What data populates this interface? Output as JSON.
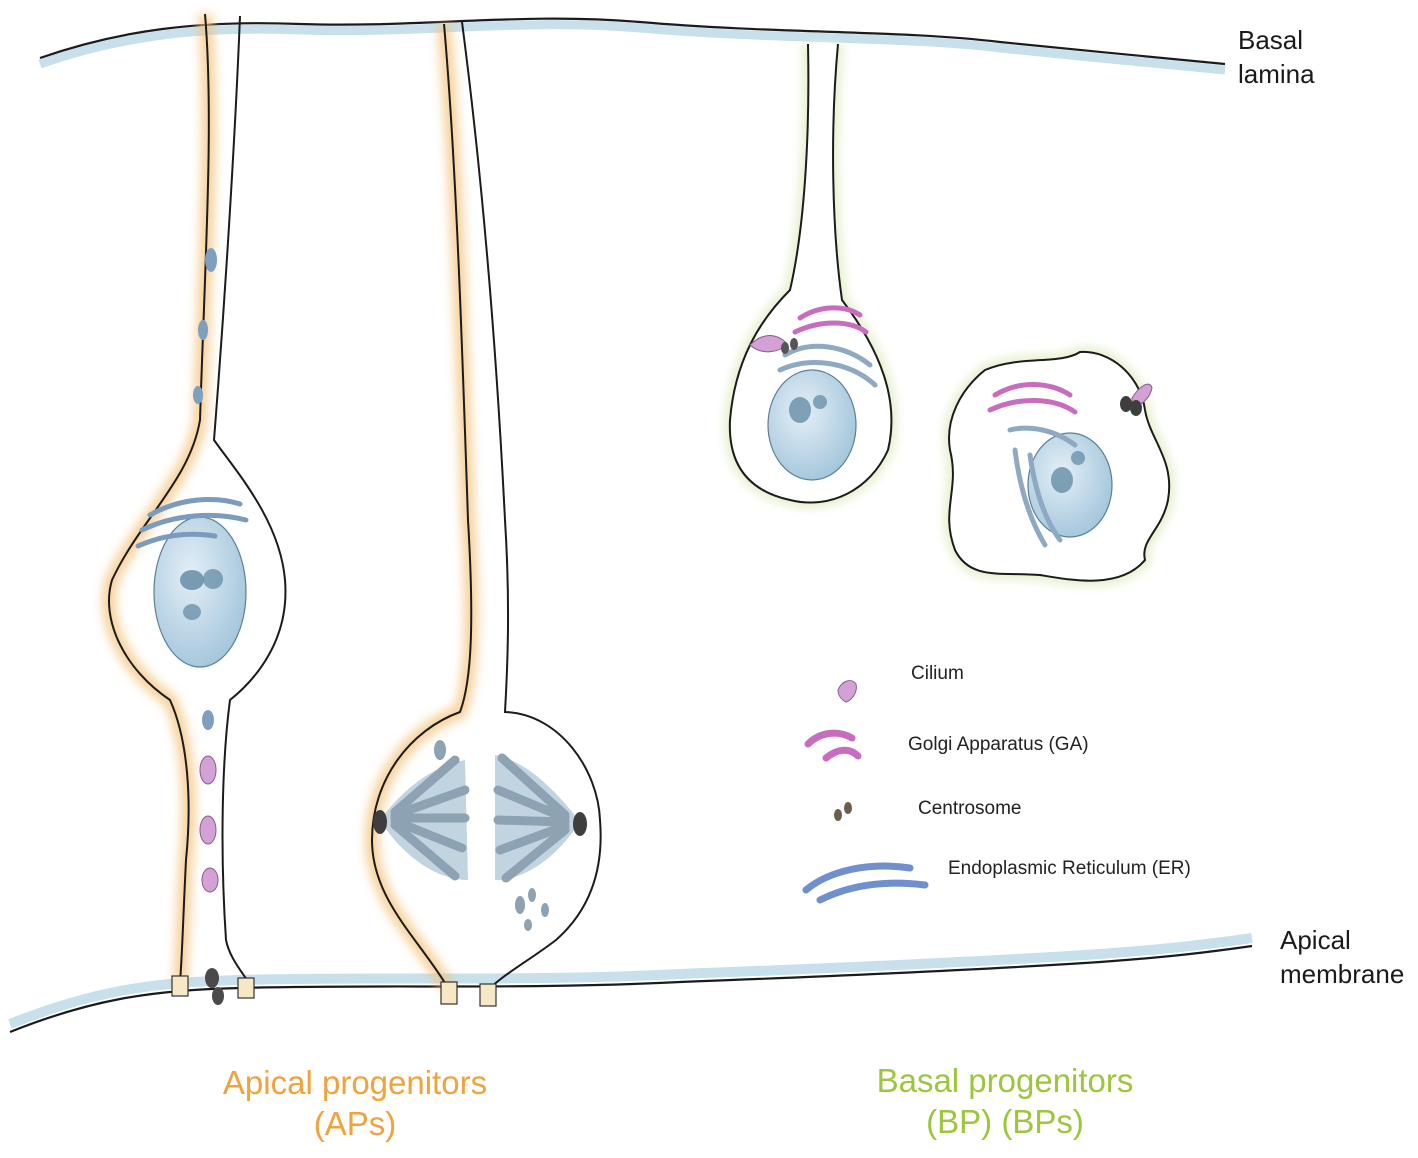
{
  "labels": {
    "basal_lamina": [
      "Basal",
      "lamina"
    ],
    "apical_membrane": [
      "Apical",
      "membrane"
    ]
  },
  "groups": {
    "apical": {
      "line1": "Apical progenitors",
      "line2": "(APs)",
      "color": "#f0a23c"
    },
    "basal": {
      "line1": "Basal progenitors",
      "line2": "(BP) (BPs)",
      "color": "#9cc63c"
    }
  },
  "legend": [
    {
      "icon": "cilium-icon",
      "label": "Cilium"
    },
    {
      "icon": "golgi-icon",
      "label": "Golgi Apparatus (GA)"
    },
    {
      "icon": "centrosome-icon",
      "label": "Centrosome"
    },
    {
      "icon": "er-icon",
      "label": "Endoplasmic Reticulum (ER)"
    }
  ],
  "colors": {
    "outline": "#1b1b1b",
    "membrane_shade": "#b9d9ea",
    "nucleus": "#bcd6e6",
    "golgi": "#c86cc0",
    "er": "#6f8fcf",
    "apical_glow": "#f4c27a",
    "basal_glow": "#dbe9b9"
  }
}
